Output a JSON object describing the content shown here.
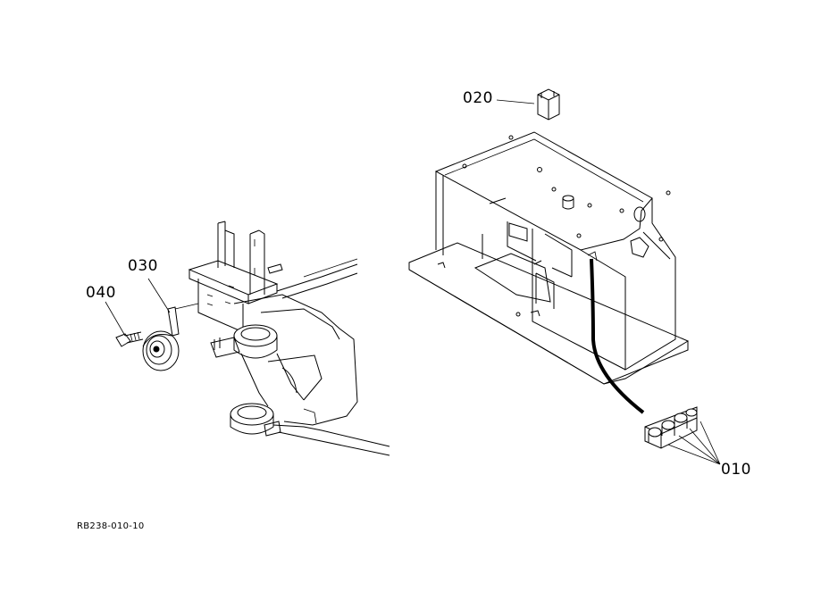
{
  "labels": {
    "p010": "010",
    "p020": "020",
    "p030": "030",
    "p040": "040",
    "drawing_code": "RB238-010-10"
  },
  "colors": {
    "line": "#000000",
    "background": "#ffffff"
  }
}
